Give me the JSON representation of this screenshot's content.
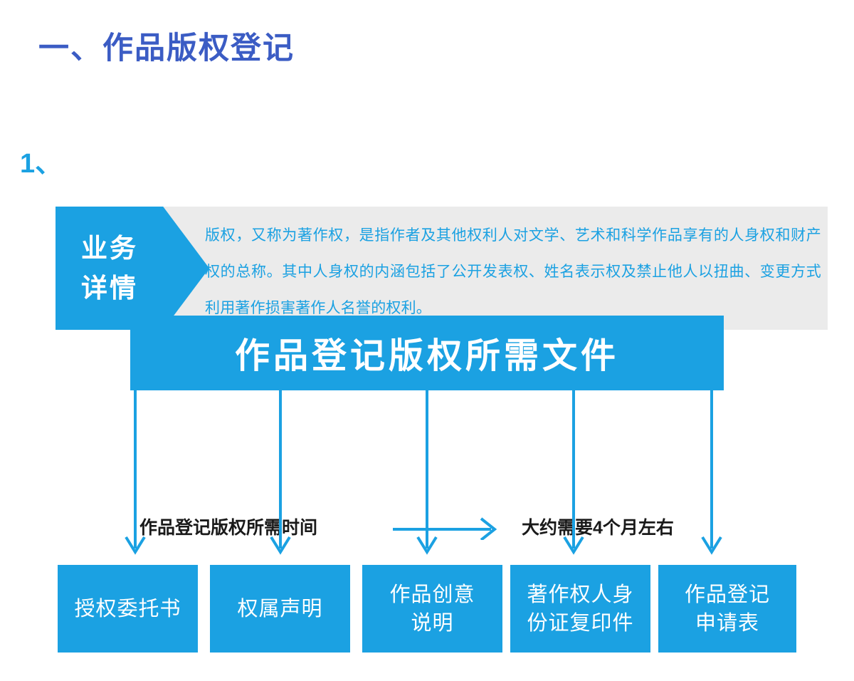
{
  "page": {
    "title": "一、作品版权登记",
    "accent_blue": "#1ba1e2",
    "title_blue": "#3b5cc4",
    "panel_gray": "#ebebeb",
    "text_dark": "#1a1a1a"
  },
  "detail_section": {
    "number": "1、",
    "badge_line1": "业务",
    "badge_line2": "详情",
    "body": "版权，又称为著作权，是指作者及其他权利人对文学、艺术和科学作品享有的人身权和财产权的总称。其中人身权的内涵包括了公开发表权、姓名表示权及禁止他人以扭曲、变更方式利用著作损害著作人名誉的权利。"
  },
  "duration": {
    "label": "作品登记版权所需时间",
    "arrow_icon": "arrow-right-icon",
    "value": "大约需要4个月左右"
  },
  "documents": {
    "banner_title": "作品登记版权所需文件",
    "items": [
      {
        "label": "授权委托书"
      },
      {
        "label": "权属声明"
      },
      {
        "label": "作品创意\n说明"
      },
      {
        "label": "著作权人身\n份证复印件"
      },
      {
        "label": "作品登记\n申请表"
      }
    ]
  }
}
